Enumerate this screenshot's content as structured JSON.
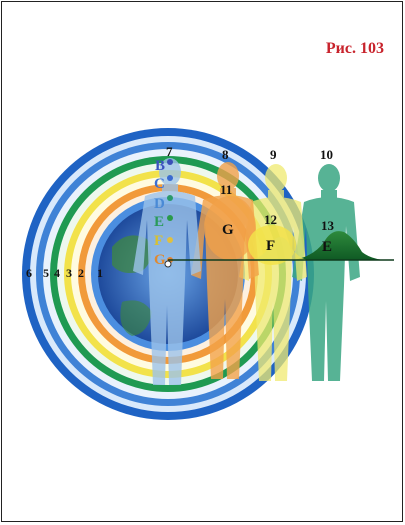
{
  "figure": {
    "title": "Рис. 103"
  },
  "colors": {
    "title": "#c8232c",
    "ring_outer": "#1f63c4",
    "ring_green": "#1f9a52",
    "ring_yellow": "#f2e24a",
    "ring_orange": "#f19a3a",
    "ring_blue_inner": "#4b8ee0",
    "core": "#234fa8",
    "figure_blue": "#7fb0df",
    "figure_orange": "#f2a24a",
    "figure_yellow": "#f0ea70",
    "figure_green": "#3aa683"
  },
  "ring_labels": [
    "6",
    "5",
    "4",
    "3",
    "2",
    "1"
  ],
  "figure_labels": [
    "7",
    "8",
    "9",
    "10"
  ],
  "inner_labels": [
    "11",
    "12",
    "13"
  ],
  "chakra_letters": [
    "B",
    "C",
    "D",
    "E",
    "F",
    "G"
  ],
  "body_letters": [
    "G",
    "F",
    "E"
  ]
}
